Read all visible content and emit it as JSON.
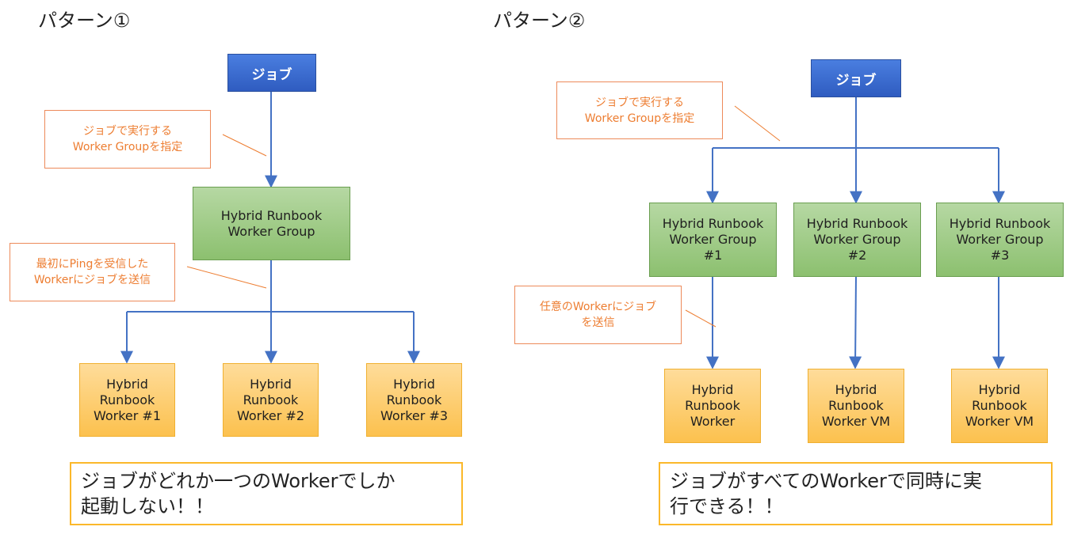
{
  "pattern1": {
    "title": "パターン①",
    "job_label": "ジョブ",
    "note_worker_group": "ジョブで実行する\nWorker Groupを指定",
    "group_label": "Hybrid Runbook\nWorker Group",
    "note_ping": "最初にPingを受信した\nWorkerにジョブを送信",
    "workers": [
      "Hybrid\nRunbook\nWorker #1",
      "Hybrid\nRunbook\nWorker #2",
      "Hybrid\nRunbook\nWorker #3"
    ],
    "summary": "ジョブがどれか一つのWorkerでしか\n起動しない！！"
  },
  "pattern2": {
    "title": "パターン②",
    "job_label": "ジョブ",
    "note_worker_group": "ジョブで実行する\nWorker Groupを指定",
    "groups": [
      "Hybrid Runbook\nWorker Group\n#1",
      "Hybrid Runbook\nWorker Group\n#2",
      "Hybrid Runbook\nWorker Group\n#3"
    ],
    "note_any_worker": "任意のWorkerにジョブ\nを送信",
    "workers": [
      "Hybrid\nRunbook\nWorker",
      "Hybrid\nRunbook\nWorker VM",
      "Hybrid\nRunbook\nWorker VM"
    ],
    "summary": "ジョブがすべてのWorkerで同時に実\n行できる！！"
  },
  "colors": {
    "connector": "#4472c4",
    "leader_line": "#ed7d31",
    "job_fill": "#3b6fd6",
    "group_fill": "#a9d18e",
    "worker_fill": "#ffd966",
    "note_text": "#ed7d31",
    "summary_border": "#fbb82a"
  }
}
